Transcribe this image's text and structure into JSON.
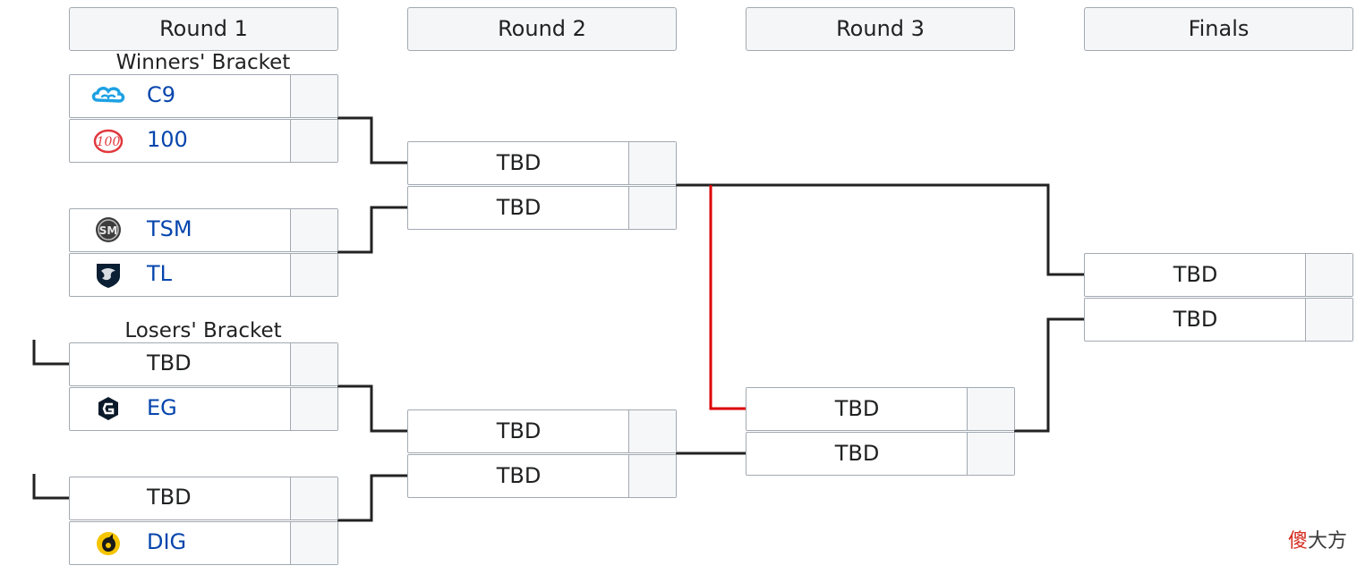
{
  "rounds": {
    "r1": "Round 1",
    "r2": "Round 2",
    "r3": "Round 3",
    "finals": "Finals"
  },
  "brackets": {
    "winners": "Winners' Bracket",
    "losers": "Losers' Bracket"
  },
  "teams": {
    "c9": {
      "name": "C9",
      "icon": "cloud9-logo-icon"
    },
    "t100": {
      "name": "100",
      "icon": "100-thieves-logo-icon"
    },
    "tsm": {
      "name": "TSM",
      "icon": "tsm-logo-icon"
    },
    "tl": {
      "name": "TL",
      "icon": "team-liquid-logo-icon"
    },
    "eg": {
      "name": "EG",
      "icon": "evil-geniuses-logo-icon"
    },
    "dig": {
      "name": "DIG",
      "icon": "dignitas-logo-icon"
    }
  },
  "placeholder": "TBD",
  "colors": {
    "team_link": "#0645ad",
    "highlight_line": "#dd0000",
    "connector": "#222222",
    "border": "#a2a9b1",
    "score_bg": "#f6f7f9"
  },
  "watermark": {
    "part1": "傻",
    "part2": "大方"
  }
}
